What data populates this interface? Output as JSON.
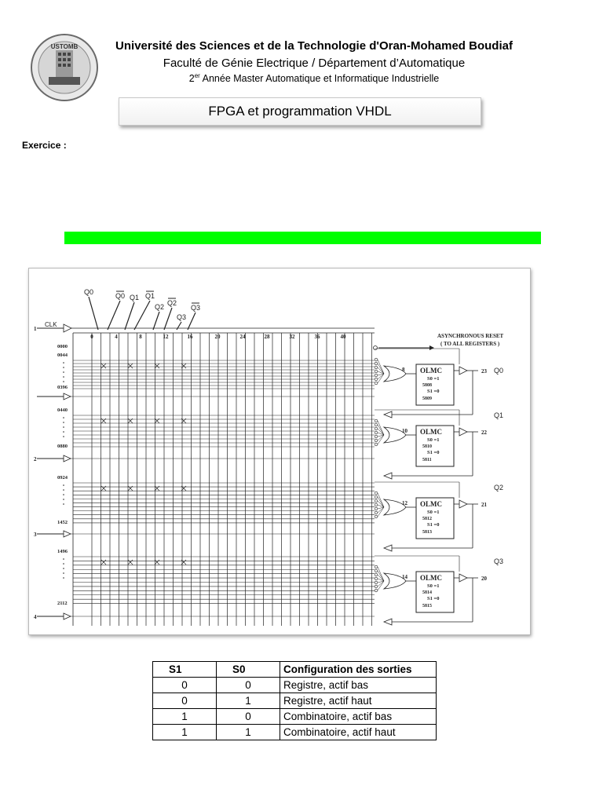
{
  "header": {
    "university": "Université des Sciences et de la Technologie d'Oran-Mohamed Boudiaf",
    "faculty": "Faculté de Génie Electrique / Département d’Automatique",
    "year_num": "2",
    "year_sup": "er",
    "program": " Année Master Automatique et Informatique Industrielle",
    "logo_text": "USTOMB"
  },
  "title": "FPGA et programmation VHDL",
  "exercise_label": "Exercice :",
  "diagram": {
    "top_labels": [
      "Q0",
      "Q0",
      "Q1",
      "Q1",
      "Q2",
      "Q2",
      "Q3",
      "Q3"
    ],
    "column_labels": [
      "0",
      "4",
      "8",
      "12",
      "16",
      "20",
      "24",
      "28",
      "32",
      "36",
      "40"
    ],
    "clk": "CLK",
    "async_reset": "ASYNCHRONOUS RESET",
    "async_reset_sub": "( TO ALL REGISTERS )",
    "pin_numbers": [
      "1",
      "2",
      "3",
      "4"
    ],
    "row_addresses": [
      "0000",
      "0044",
      "0396",
      "0440",
      "0880",
      "0924",
      "1452",
      "1496",
      "2112"
    ],
    "olmc_blocks": [
      {
        "name": "OLMC",
        "s0": "S0 =1",
        "s0_fuse": "5808",
        "s1": "S1 =0",
        "s1_fuse": "5809",
        "in_num": "8",
        "pin": "23",
        "q": "Q0"
      },
      {
        "name": "OLMC",
        "s0": "S0 =1",
        "s0_fuse": "5810",
        "s1": "S1 =0",
        "s1_fuse": "5811",
        "in_num": "10",
        "pin": "22",
        "q": "Q1"
      },
      {
        "name": "OLMC",
        "s0": "S0 =1",
        "s0_fuse": "5812",
        "s1": "S1 =0",
        "s1_fuse": "5813",
        "in_num": "12",
        "pin": "21",
        "q": "Q2"
      },
      {
        "name": "OLMC",
        "s0": "S0 =1",
        "s0_fuse": "5814",
        "s1": "S1 =0",
        "s1_fuse": "5815",
        "in_num": "14",
        "pin": "20",
        "q": "Q3"
      }
    ]
  },
  "config_table": {
    "headers": [
      "S1",
      "S0",
      "Configuration des sorties"
    ],
    "rows": [
      [
        "0",
        "0",
        "Registre, actif bas"
      ],
      [
        "0",
        "1",
        "Registre, actif haut"
      ],
      [
        "1",
        "0",
        "Combinatoire, actif bas"
      ],
      [
        "1",
        "1",
        "Combinatoire, actif haut"
      ]
    ]
  }
}
